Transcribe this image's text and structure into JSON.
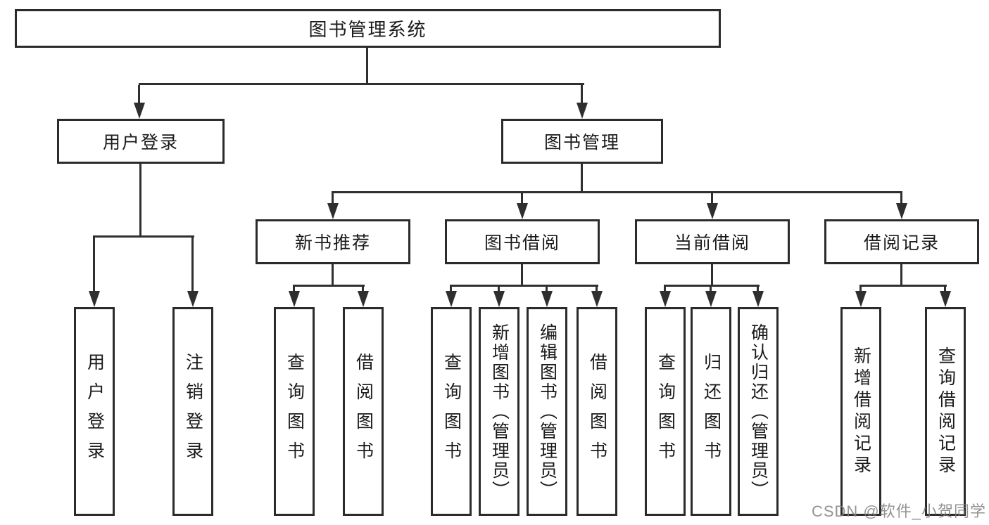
{
  "tree": {
    "label": "图书管理系统",
    "children": [
      {
        "label": "用户登录",
        "children": [
          {
            "label": "用户登录"
          },
          {
            "label": "注销登录"
          }
        ]
      },
      {
        "label": "图书管理",
        "children": [
          {
            "label": "新书推荐",
            "children": [
              {
                "label": "查询图书"
              },
              {
                "label": "借阅图书"
              }
            ]
          },
          {
            "label": "图书借阅",
            "children": [
              {
                "label": "查询图书"
              },
              {
                "label": "新增图书（管理员）"
              },
              {
                "label": "编辑图书（管理员）"
              },
              {
                "label": "借阅图书"
              }
            ]
          },
          {
            "label": "当前借阅",
            "children": [
              {
                "label": "查询图书"
              },
              {
                "label": "归还图书"
              },
              {
                "label": "确认归还（管理员）"
              }
            ]
          },
          {
            "label": "借阅记录",
            "children": [
              {
                "label": "新增借阅记录"
              },
              {
                "label": "查询借阅记录"
              }
            ]
          }
        ]
      }
    ]
  },
  "watermark": {
    "text": "CSDN @软件_小贺同学"
  },
  "colors": {
    "line": "#2f2f2f",
    "box_border": "#2b2b2b",
    "box_fill": "#ffffff",
    "text": "#1a1a1a",
    "watermark": "#808080"
  }
}
